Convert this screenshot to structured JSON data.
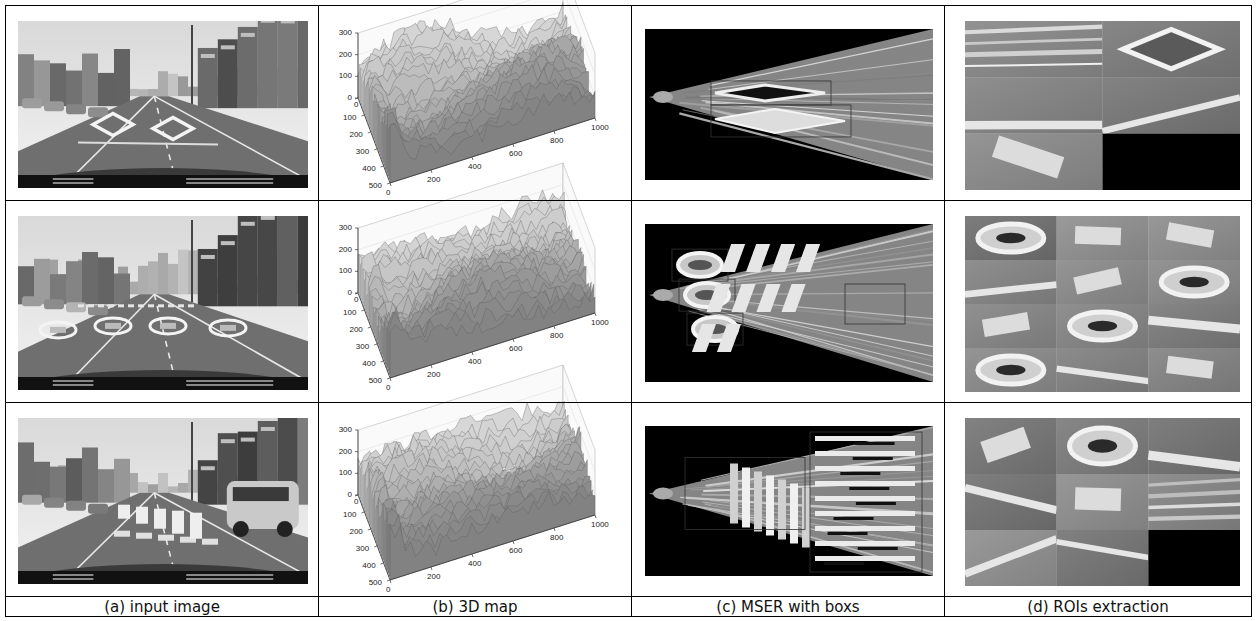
{
  "diagram": {
    "nodes": [
      {
        "text": [
          "(a) input image"
        ]
      },
      {
        "text": [
          "(b) 3D map"
        ]
      },
      {
        "text": [
          "(c) MSER with boxs"
        ]
      },
      {
        "text": [
          "(d) ROIs extraction"
        ]
      }
    ],
    "labels": [
      "300",
      "200",
      "100",
      "0",
      "0",
      "100",
      "200",
      "300",
      "400",
      "500",
      "0",
      "200",
      "400",
      "600",
      "800",
      "1000",
      "300",
      "200",
      "100",
      "0",
      "0",
      "100",
      "200",
      "300",
      "400",
      "500",
      "0",
      "200",
      "400",
      "600",
      "800",
      "1000",
      "300",
      "200",
      "100",
      "0",
      "0",
      "100",
      "200",
      "300",
      "400",
      "500",
      "0",
      "200",
      "400",
      "600",
      "800",
      "1000"
    ]
  }
}
